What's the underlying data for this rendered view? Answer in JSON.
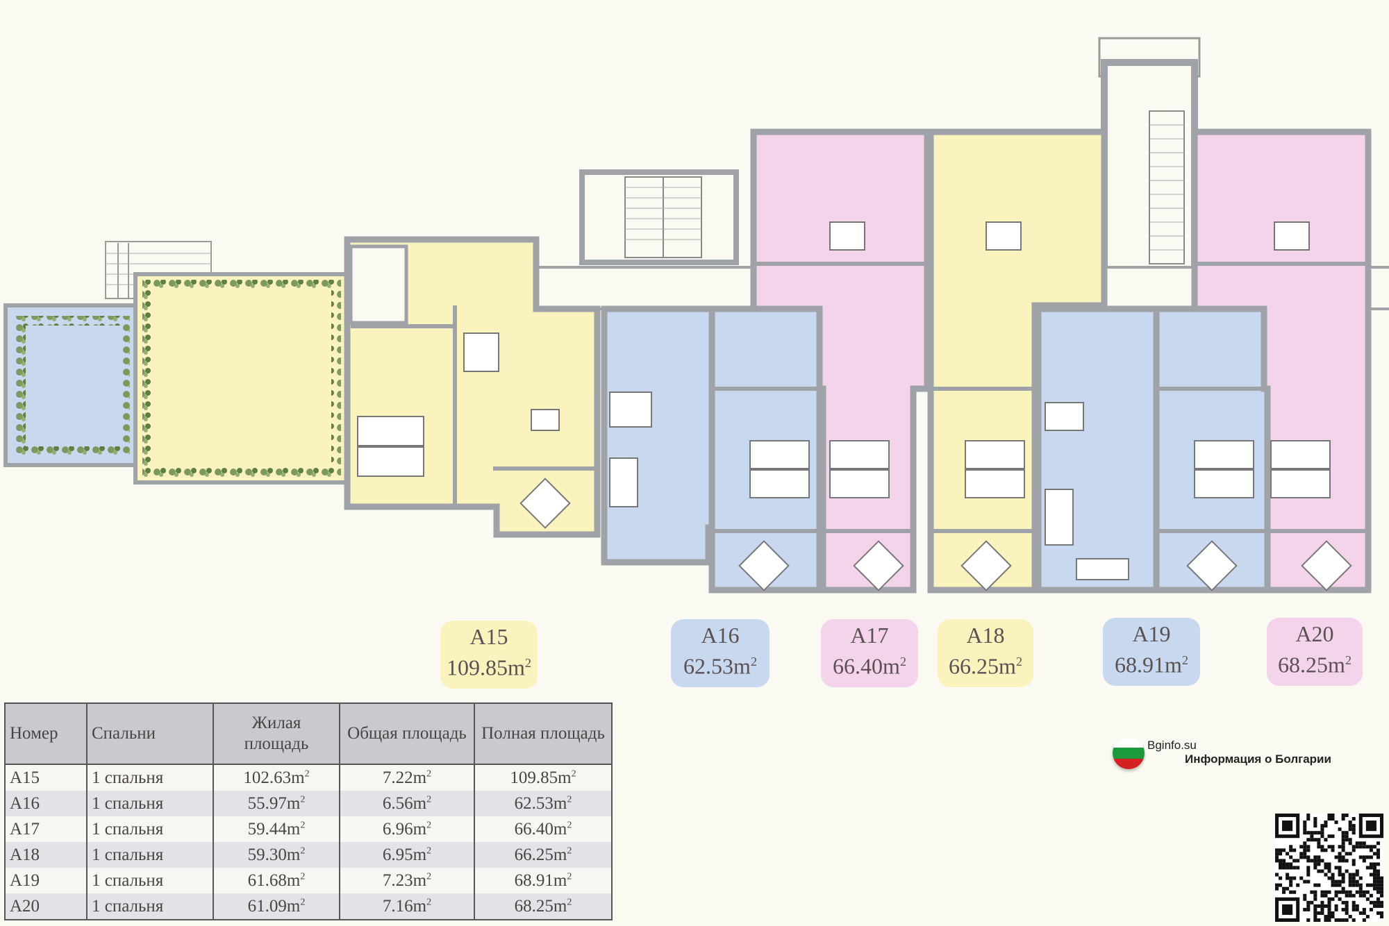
{
  "colors": {
    "yellow": "#faf3bd",
    "blue": "#c8d8ee",
    "pink": "#f4d4ea",
    "wall": "#9fa2a6",
    "background": "#fbfaf2",
    "table_header": "#c9cad0"
  },
  "units": [
    {
      "number": "A15",
      "area": "109.85m",
      "area_sup": "2",
      "color": "yellow"
    },
    {
      "number": "A16",
      "area": "62.53m",
      "area_sup": "2",
      "color": "blue"
    },
    {
      "number": "A17",
      "area": "66.40m",
      "area_sup": "2",
      "color": "pink"
    },
    {
      "number": "A18",
      "area": "66.25m",
      "area_sup": "2",
      "color": "yellow"
    },
    {
      "number": "A19",
      "area": "68.91m",
      "area_sup": "2",
      "color": "blue"
    },
    {
      "number": "A20",
      "area": "68.25m",
      "area_sup": "2",
      "color": "pink"
    }
  ],
  "table": {
    "headers": [
      "Номер",
      "Спальни",
      "Жилая площадь",
      "Общая площадь",
      "Полная площадь"
    ],
    "rows": [
      {
        "number": "A15",
        "bedrooms": "1 спальня",
        "living": "102.63m",
        "common": "7.22m",
        "total": "109.85m"
      },
      {
        "number": "A16",
        "bedrooms": "1 спальня",
        "living": "55.97m",
        "common": "6.56m",
        "total": "62.53m"
      },
      {
        "number": "A17",
        "bedrooms": "1 спальня",
        "living": "59.44m",
        "common": "6.96m",
        "total": "66.40m"
      },
      {
        "number": "A18",
        "bedrooms": "1 спальня",
        "living": "59.30m",
        "common": "6.95m",
        "total": "66.25m"
      },
      {
        "number": "A19",
        "bedrooms": "1 спальня",
        "living": "61.68m",
        "common": "7.23m",
        "total": "68.91m"
      },
      {
        "number": "A20",
        "bedrooms": "1 спальня",
        "living": "61.09m",
        "common": "7.16m",
        "total": "68.25m"
      }
    ],
    "sup": "2"
  },
  "logo": {
    "url": "Bginfo.su",
    "tagline": "Информация о Болгарии",
    "flag_colors": [
      "#ffffff",
      "#1a9a3a",
      "#d42020"
    ]
  },
  "qr_icon": "qr-code-icon"
}
